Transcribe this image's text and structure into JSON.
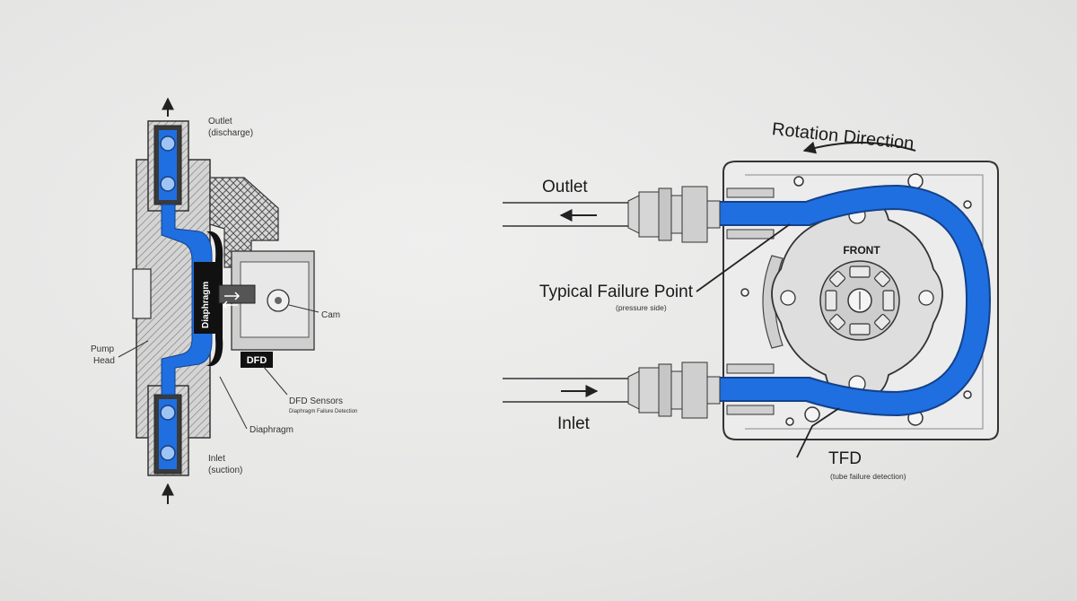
{
  "diaphragm_pump": {
    "outlet_label": "Outlet",
    "outlet_sub": "(discharge)",
    "inlet_label": "Inlet",
    "inlet_sub": "(suction)",
    "pump_head_label_1": "Pump",
    "pump_head_label_2": "Head",
    "cam_label": "Cam",
    "diaphragm_vertical_label": "Diaphragm",
    "dfd_tag": "DFD",
    "dfd_sensors_label": "DFD Sensors",
    "dfd_sensors_sub": "Diaphragm Failure Detection",
    "diaphragm_label": "Diaphragm"
  },
  "peristaltic_pump": {
    "rotation_label": "Rotation Direction",
    "outlet_label": "Outlet",
    "inlet_label": "Inlet",
    "front_label": "FRONT",
    "failure_label": "Typical Failure Point",
    "failure_sub": "(pressure side)",
    "tfd_label": "TFD",
    "tfd_sub": "(tube failure detection)"
  },
  "colors": {
    "fluid_blue": "#1f6fe0",
    "line": "#2a2a2a",
    "metal": "#b9b9b9"
  }
}
